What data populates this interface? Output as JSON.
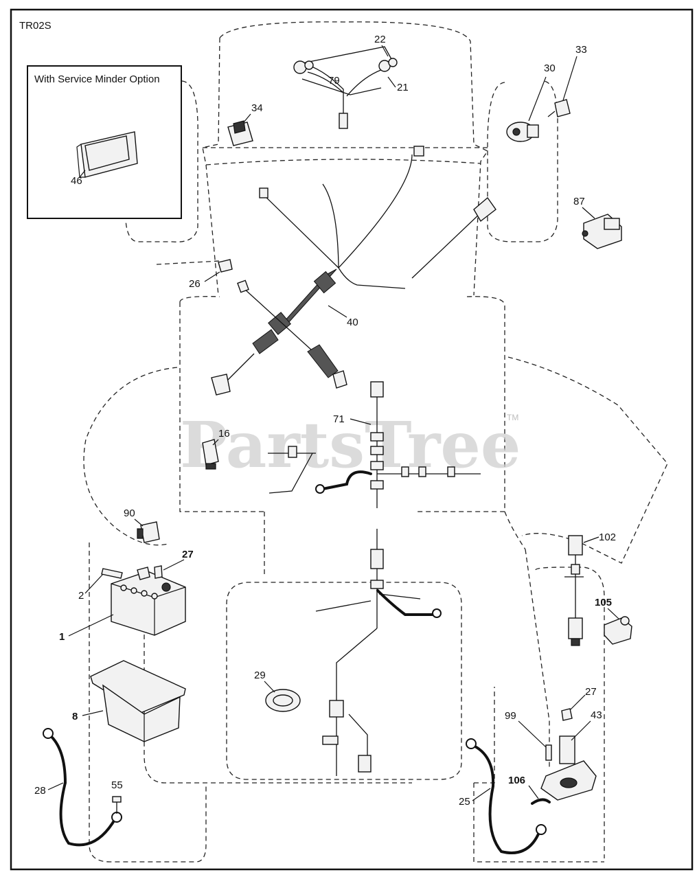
{
  "diagram_code": "TR02S",
  "inset": {
    "title": "With Service Minder Option"
  },
  "watermark": {
    "text": "PartsTree",
    "tm": "TM"
  },
  "callouts": {
    "p1": "1",
    "p2": "2",
    "p8": "8",
    "p16": "16",
    "p21": "21",
    "p22": "22",
    "p25": "25",
    "p26": "26",
    "p27a": "27",
    "p27b": "27",
    "p28": "28",
    "p29": "29",
    "p30": "30",
    "p33": "33",
    "p34": "34",
    "p40": "40",
    "p43": "43",
    "p46": "46",
    "p55": "55",
    "p71": "71",
    "p79": "79",
    "p87": "87",
    "p90": "90",
    "p99": "99",
    "p102": "102",
    "p105": "105",
    "p106": "106"
  }
}
